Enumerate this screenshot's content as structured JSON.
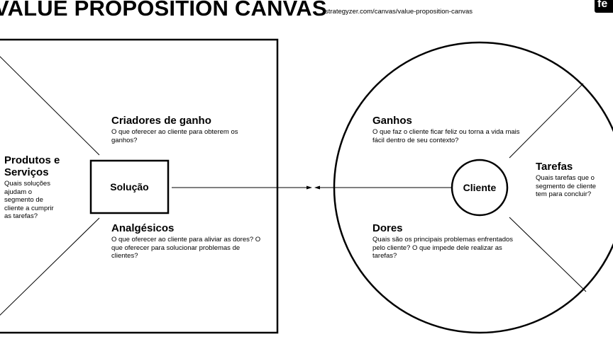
{
  "header": {
    "title": "VALUE PROPOSITION CANVAS",
    "url": "strategyzer.com/canvas/value-proposition-canvas",
    "logo_text": "fe"
  },
  "value_map": {
    "gain_creators": {
      "title": "Criadores de ganho",
      "description": "O que oferecer ao cliente para obterem os ganhos?"
    },
    "products_services": {
      "title": "Produtos e Serviços",
      "description": "Quais soluções ajudam o segmento de cliente a cumprir as tarefas?"
    },
    "pain_relievers": {
      "title": "Analgésicos",
      "description": "O que oferecer ao cliente para aliviar as dores? O que oferecer para solucionar problemas de clientes?"
    },
    "center_label": "Solução"
  },
  "customer_profile": {
    "gains": {
      "title": "Ganhos",
      "description": "O que faz o cliente ficar feliz ou torna a vida mais fácil dentro de seu contexto?"
    },
    "jobs": {
      "title": "Tarefas",
      "description": "Quais tarefas que o segmento de cliente tem para concluir?"
    },
    "pains": {
      "title": "Dores",
      "description": "Quais são os principais problemas enfrentados pelo cliente? O que impede dele realizar as tarefas?"
    },
    "center_label": "Cliente"
  }
}
